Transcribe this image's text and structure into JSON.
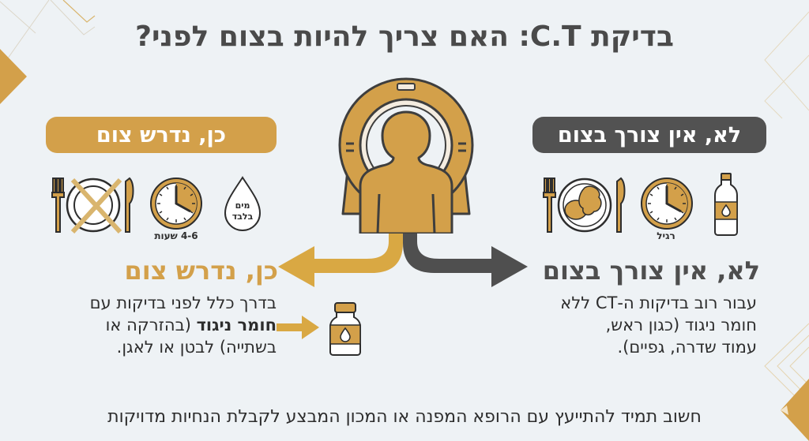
{
  "title": "בדיקת C.T: האם צריך להיות בצום לפני?",
  "center": {
    "icon": "ct-scanner-person-icon"
  },
  "left_panel": {
    "pill_label": "כן, נדרש צום",
    "icons": [
      {
        "name": "no-food-plate-icon",
        "caption": ""
      },
      {
        "name": "clock-icon",
        "caption": "4-6 שעות"
      },
      {
        "name": "water-drop-icon",
        "inner_text_line1": "מים",
        "inner_text_line2": "בלבד"
      }
    ],
    "heading": "כן, נדרש צום",
    "body_line1": "בדרך כלל לפני בדיקות עם",
    "body_bold": "חומר ניגוד",
    "body_line2_rest": " (בהזרקה או",
    "body_line3": "בשתייה) לבטן או לאגן.",
    "side_icon": "contrast-bottle-icon"
  },
  "right_panel": {
    "pill_label": "לא, אין צורך בצום",
    "icons": [
      {
        "name": "food-plate-icon",
        "caption": ""
      },
      {
        "name": "clock-icon",
        "caption": "רגיל"
      },
      {
        "name": "water-bottle-icon",
        "caption": ""
      }
    ],
    "heading": "לא, אין צורך בצום",
    "body_line1": "עבור רוב בדיקות ה-CT ללא",
    "body_line2": "חומר ניגוד (כגון ראש,",
    "body_line3": "עמוד שדרה, גפיים)."
  },
  "footer": "חשוב תמיד להתייעץ עם הרופא המפנה או המכון המבצע לקבלת הנחיות מדויקות",
  "colors": {
    "gold": "#d3a04a",
    "dark": "#525252",
    "background": "#eef2f5",
    "text": "#2d2d2d"
  }
}
